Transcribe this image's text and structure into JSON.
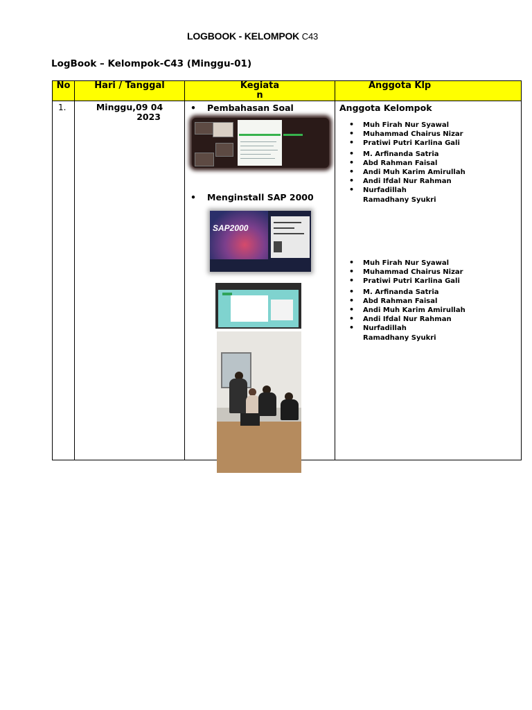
{
  "document": {
    "title_main": "LOGBOOK - KELOMPOK",
    "title_suffix": "C43",
    "subtitle": "LogBook – Kelompok-C43 (Minggu-01)"
  },
  "table": {
    "headers": {
      "no": "No",
      "hari": "Hari / Tanggal",
      "kegiatan_line1": "Kegiata",
      "kegiatan_line2": "n",
      "anggota": "Anggota Klp"
    },
    "row": {
      "no": "1.",
      "hari_line1": "Minggu,09 04",
      "hari_line2": "2023",
      "activities": [
        "Pembahasan Soal",
        "Menginstall SAP 2000"
      ],
      "anggota_heading": "Anggota Kelompok",
      "members_group1": [
        "Muh Firah Nur Syawal",
        "Muhammad Chairus Nizar",
        "Pratiwi Putri Karlina Gali",
        "M. Arfinanda Satria",
        "Abd Rahman Faisal",
        "Andi Muh Karim Amirullah",
        "Andi Ifdal Nur Rahman",
        "Nurfadillah Ramadhany Syukri"
      ],
      "members_group2": [
        "Muh Firah Nur Syawal",
        "Muhammad Chairus Nizar",
        "Pratiwi Putri Karlina Gali",
        "M. Arfinanda Satria",
        "Abd Rahman Faisal",
        "Andi Muh Karim Amirullah",
        "Andi Ifdal Nur Rahman",
        "Nurfadillah Ramadhany Syukri"
      ]
    },
    "header_color": "#ffff00"
  },
  "photos": {
    "sap_logo_text": "SAP2000"
  }
}
